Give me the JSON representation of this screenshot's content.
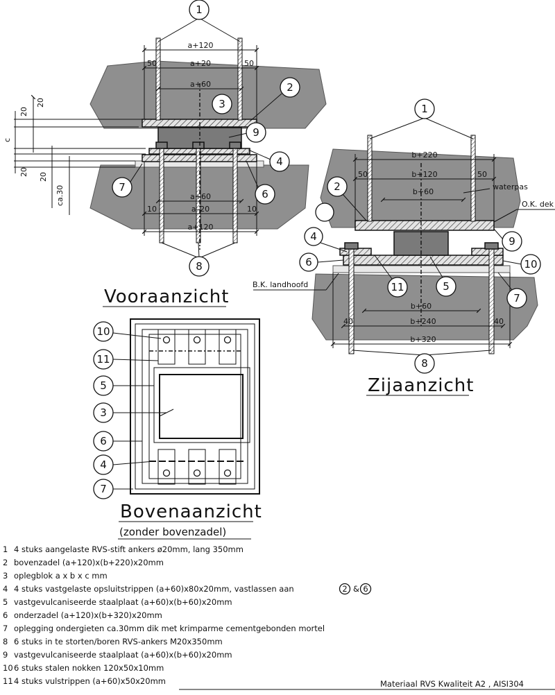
{
  "views": {
    "front": {
      "title": "Vooraanzicht",
      "dims": {
        "top_outer": "a+120",
        "top_mid": "a+20",
        "top_inner": "a+60",
        "side_left": "50",
        "side_right": "50",
        "bot_inner": "a+60",
        "bot_mid": "a–20",
        "bot_outer": "a+120",
        "bot_side_left": "10",
        "bot_side_right": "10",
        "v1": "20",
        "v2": "c",
        "v3": "20",
        "v4": "20",
        "v5": "20",
        "v6": "ca.30"
      },
      "balloons": [
        "1",
        "2",
        "3",
        "9",
        "4",
        "7",
        "6",
        "8"
      ]
    },
    "side": {
      "title": "Zijaanzicht",
      "dims": {
        "top_outer": "b+220",
        "top_mid": "b+120",
        "top_inner": "b+60",
        "side_left": "50",
        "side_right": "50",
        "bot_inner": "b+60",
        "bot_mid": "b+240",
        "bot_outer": "b+320",
        "bot_side_left": "40",
        "bot_side_right": "40"
      },
      "labels": {
        "waterpas": "waterpas",
        "ok_dek": "O.K. dek",
        "bk_landhoofd": "B.K. landhoofd"
      },
      "balloons": [
        "1",
        "2",
        "9",
        "4",
        "6",
        "10",
        "11",
        "5",
        "7",
        "8"
      ]
    },
    "top": {
      "title": "Bovenaanzicht",
      "subtitle": "(zonder bovenzadel)",
      "balloons": [
        "10",
        "11",
        "5",
        "3",
        "6",
        "4",
        "7"
      ]
    }
  },
  "legend": [
    {
      "n": "1",
      "text": "4 stuks aangelaste RVS-stift ankers ø20mm, lang 350mm"
    },
    {
      "n": "2",
      "text": "bovenzadel (a+120)x(b+220)x20mm"
    },
    {
      "n": "3",
      "text": "oplegblok a x b x c mm"
    },
    {
      "n": "4",
      "text": "4 stuks vastgelaste opsluitstrippen (a+60)x80x20mm, vastlassen aan"
    },
    {
      "n": "5",
      "text": "vastgevulcaniseerde staalplaat (a+60)x(b+60)x20mm"
    },
    {
      "n": "6",
      "text": "onderzadel (a+120)x(b+320)x20mm"
    },
    {
      "n": "7",
      "text": "oplegging ondergieten ca.30mm dik met krimparme cementgebonden mortel"
    },
    {
      "n": "8",
      "text": "6 stuks in te storten/boren RVS-ankers M20x350mm"
    },
    {
      "n": "9",
      "text": "vastgevulcaniseerde staalplaat (a+60)x(b+60)x20mm"
    },
    {
      "n": "10",
      "text": "6 stuks stalen nokken 120x50x10mm"
    },
    {
      "n": "11",
      "text": "4 stuks vulstrippen (a+60)x50x20mm"
    }
  ],
  "legend_refs": {
    "ref_a": "2",
    "amp": "&",
    "ref_b": "6"
  },
  "material": "Materiaal RVS Kwaliteit A2 , AISI304"
}
